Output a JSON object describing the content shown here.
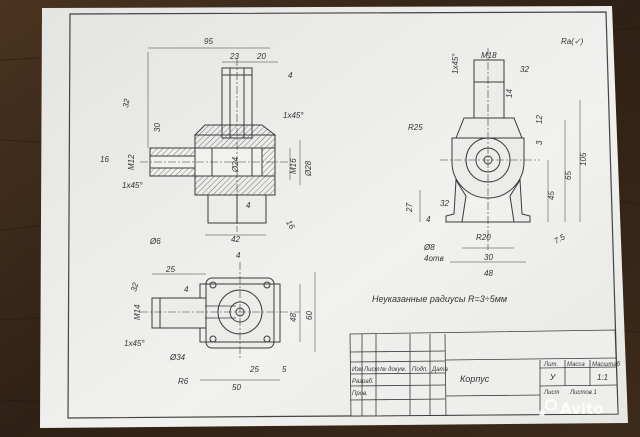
{
  "drawing": {
    "note": "Неуказанные радиусы R=3÷5мм",
    "title_block": {
      "part_name": "Корпус",
      "lit_header": "Лит.",
      "mass_header": "Масса",
      "scale_header": "Масштаб",
      "lit": "У",
      "scale": "1:1",
      "sheet": "Лист",
      "sheets": "Листов 1",
      "izm": "Изм",
      "list": "Лист",
      "doc": "№ докум.",
      "sign": "Подп.",
      "date": "Дата",
      "razrab": "Разраб.",
      "prov": "Пров."
    },
    "roughness_mark": "Ra(✓)",
    "front_view_dims": [
      "95",
      "23",
      "20",
      "4",
      "1x45°",
      "32",
      "30",
      "16",
      "M12",
      "1x45°",
      "Ø24",
      "M16",
      "Ø28",
      "4",
      "42",
      "16"
    ],
    "side_view_dims": [
      "M18",
      "1x45°",
      "32",
      "14",
      "R25",
      "12",
      "3",
      "105",
      "65",
      "45",
      "27",
      "4",
      "32",
      "R20",
      "Ø8",
      "4отв",
      "30",
      "48",
      "7.5"
    ],
    "top_view_dims": [
      "Ø6",
      "4",
      "25",
      "32",
      "4",
      "M14",
      "1x45°",
      "48",
      "60",
      "Ø34",
      "R6",
      "25",
      "5",
      "50"
    ]
  },
  "watermark": "Avito"
}
